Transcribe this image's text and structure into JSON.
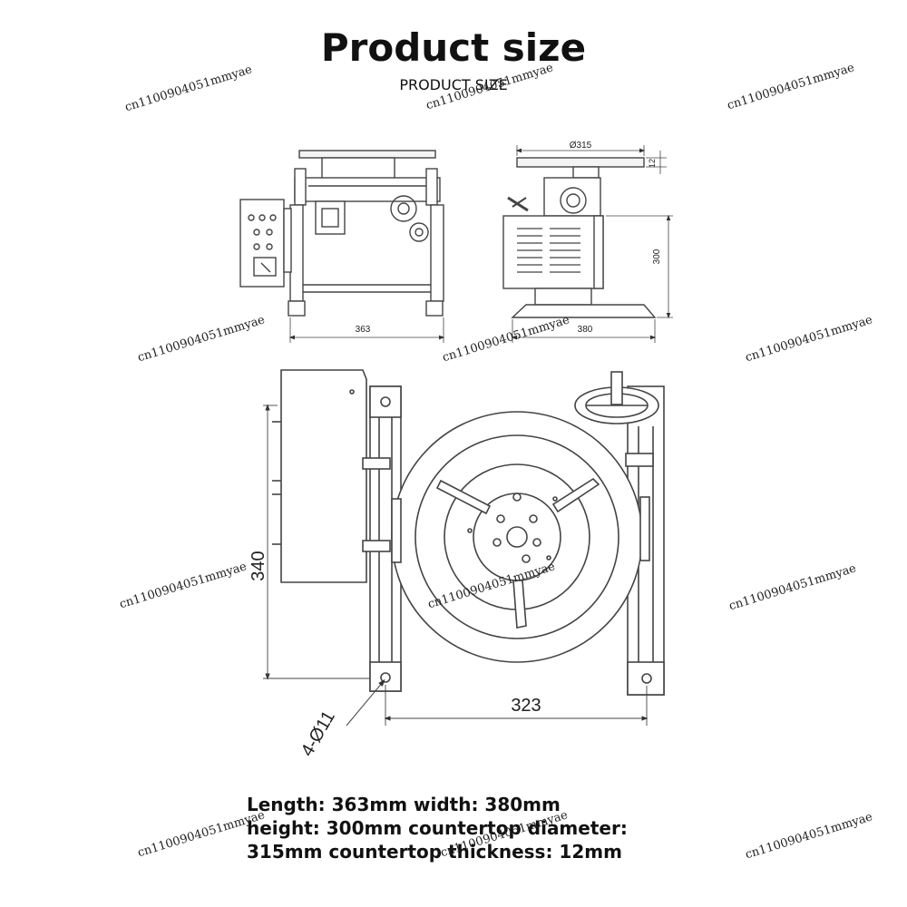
{
  "header": {
    "title": "Product size",
    "subtitle": "PRODUCT SIZE"
  },
  "front_view": {
    "width_label": "363"
  },
  "side_view": {
    "diameter_label": "Ø315",
    "thickness_label": "12",
    "height_label": "300",
    "width_label": "380"
  },
  "top_view": {
    "height_label": "340",
    "width_label": "323",
    "hole_label": "4-Ø11"
  },
  "specs": {
    "line1": "Length: 363mm width: 380mm",
    "line2": "height: 300mm countertop diameter:",
    "line3": "315mm countertop thickness: 12mm"
  },
  "watermark": {
    "text": "cn1100904051mmyae"
  },
  "colors": {
    "line": "#444444",
    "text": "#111111"
  }
}
